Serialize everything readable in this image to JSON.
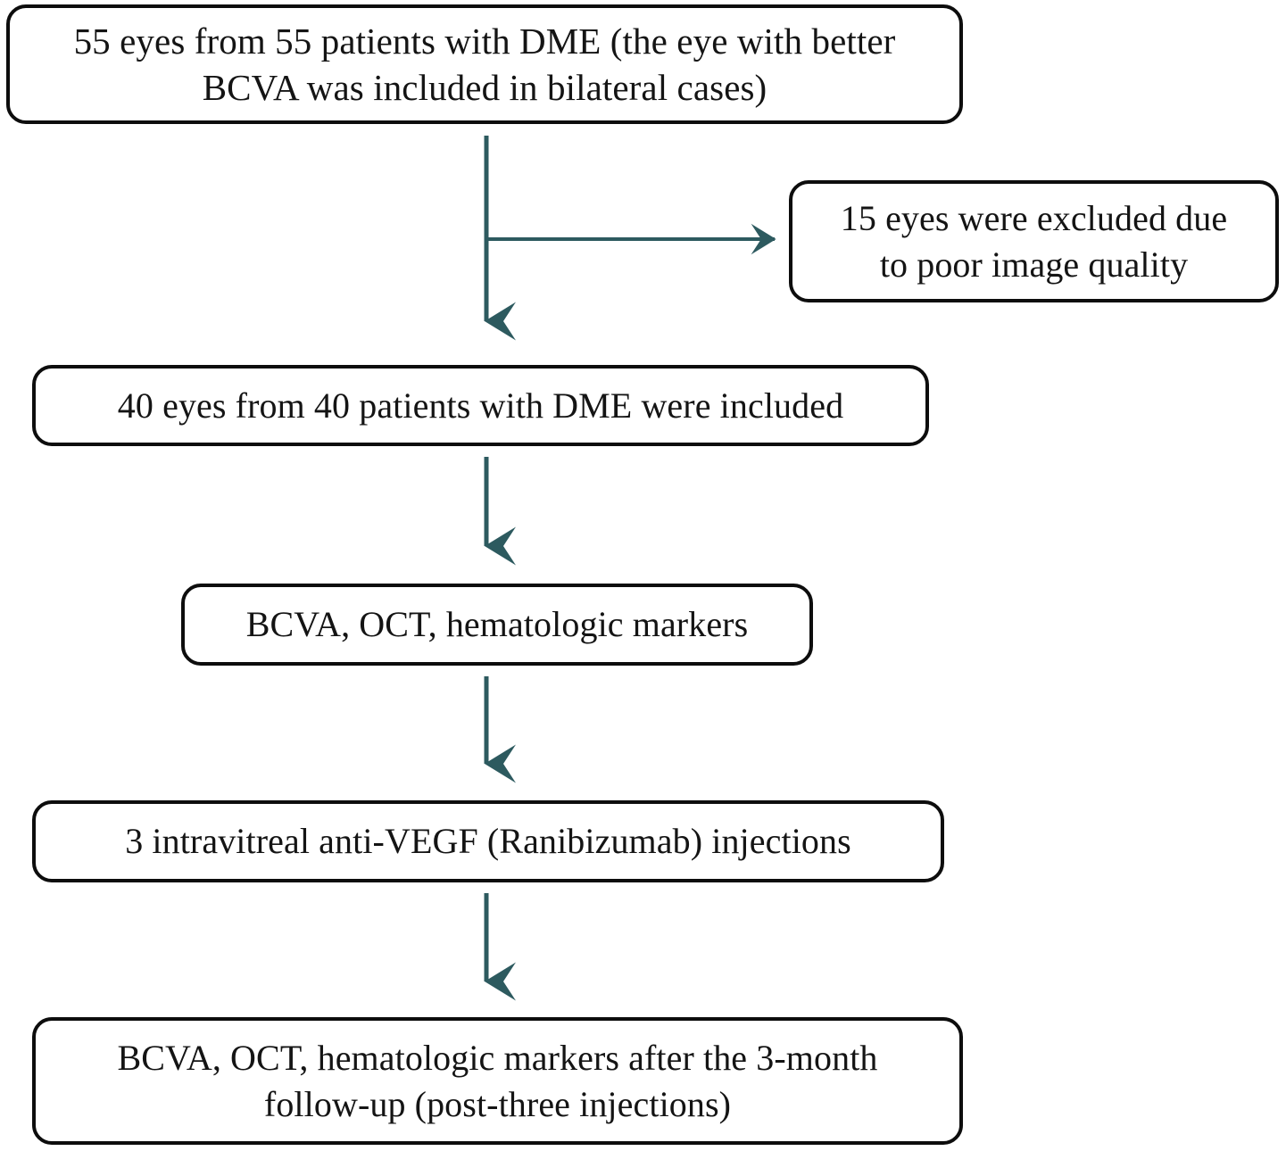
{
  "diagram": {
    "title": "DME study patient selection and follow-up flowchart",
    "type": "flowchart",
    "background_color": "#ffffff",
    "box_border_color": "#0d0d0d",
    "text_color": "#141414",
    "arrow_color": "#2d5a5f"
  },
  "nodes": {
    "cohort": {
      "id": "cohort",
      "text": "55 eyes from 55 patients with DME (the eye with better\nBCVA was included in bilateral cases)"
    },
    "excluded": {
      "id": "excluded",
      "text": "15 eyes were excluded due\nto  poor image quality"
    },
    "included": {
      "id": "included",
      "text": "40 eyes from 40 patients with DME were included"
    },
    "baseline": {
      "id": "baseline",
      "text": "BCVA, OCT, hematologic markers"
    },
    "treatment": {
      "id": "treatment",
      "text": "3 intravitreal anti-VEGF (Ranibizumab) injections"
    },
    "followup": {
      "id": "followup",
      "text": "BCVA, OCT, hematologic markers after the 3-month\nfollow-up (post-three injections)"
    }
  },
  "connectors": [
    {
      "id": "cohort-to-included",
      "from": "cohort",
      "to": "included",
      "direction": "down"
    },
    {
      "id": "cohort-to-excluded",
      "from": "cohort",
      "to": "excluded",
      "direction": "right"
    },
    {
      "id": "included-to-baseline",
      "from": "included",
      "to": "baseline",
      "direction": "down"
    },
    {
      "id": "baseline-to-treatment",
      "from": "baseline",
      "to": "treatment",
      "direction": "down"
    },
    {
      "id": "treatment-to-followup",
      "from": "treatment",
      "to": "followup",
      "direction": "down"
    }
  ]
}
